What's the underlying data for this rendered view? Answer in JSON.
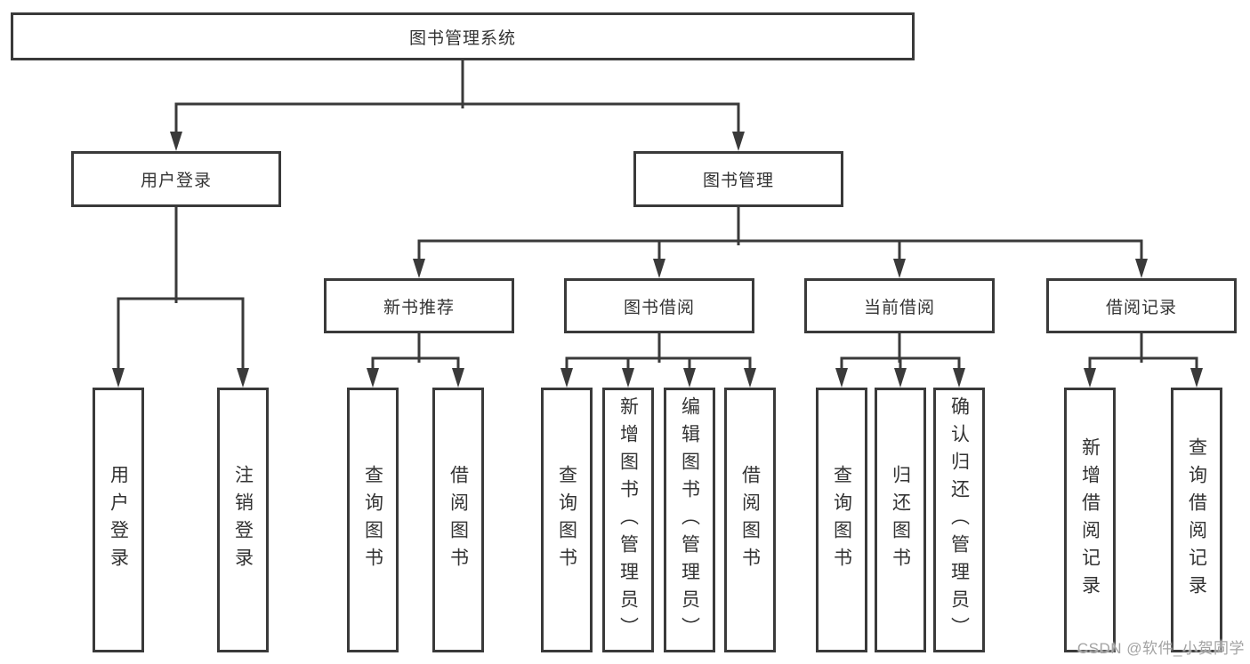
{
  "diagram": {
    "root": "图书管理系统",
    "level2": {
      "user_login": "用户登录",
      "book_management": "图书管理"
    },
    "level3": {
      "new_book_recommend": "新书推荐",
      "book_borrowing": "图书借阅",
      "current_borrowing": "当前借阅",
      "borrowing_records": "借阅记录"
    },
    "leaves": {
      "user_login": "用户登录",
      "logout": "注销登录",
      "query_books_recommend": "查询图书",
      "borrow_books_recommend": "借阅图书",
      "query_books_borrowing": "查询图书",
      "add_book_admin": "新增图书（管理员）",
      "edit_book_admin": "编辑图书（管理员）",
      "borrow_books_borrowing": "借阅图书",
      "query_books_current": "查询图书",
      "return_books": "归还图书",
      "confirm_return_admin": "确认归还（管理员）",
      "add_borrow_record": "新增借阅记录",
      "query_borrow_record": "查询借阅记录"
    }
  },
  "watermark": "CSDN @软件_小贺同学",
  "colors": {
    "line": "#3a3a3a",
    "text": "#333333",
    "watermark": "#a3a3a3",
    "background": "#ffffff"
  }
}
